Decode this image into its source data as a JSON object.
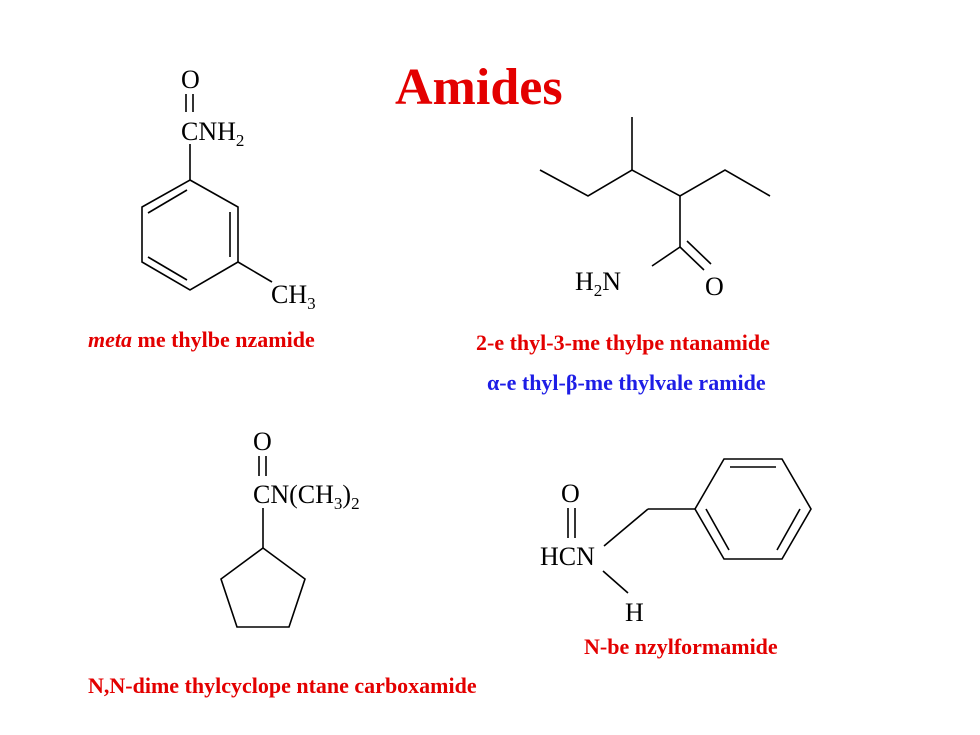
{
  "slide": {
    "title": "Amides",
    "colors": {
      "title": "#e30000",
      "name_primary": "#e30000",
      "name_common": "#1e1ee6",
      "structure": "#000000"
    }
  },
  "molecules": {
    "meta_methylbenzamide": {
      "atoms": {
        "o": "O",
        "c_nh2": "CNH",
        "nh2_sub": "2",
        "ch3": "CH",
        "ch3_sub": "3"
      },
      "name_prefix": "meta",
      "name_rest": " me thylbe nzamide"
    },
    "ethylmethylpentanamide": {
      "atoms": {
        "h2n_h": "H",
        "h2n_sub": "2",
        "h2n_n": "N",
        "o": "O"
      },
      "iupac_name": "2-e thyl-3-me thylpe ntanamide",
      "common_alpha": "α",
      "common_mid": "-e thyl-",
      "common_beta": "β",
      "common_end": "-me thylvale ramide"
    },
    "dimethylcyclopentanecarboxamide": {
      "atoms": {
        "o": "O",
        "cn": "CN(CH",
        "sub3": "3",
        "close": ")",
        "sub2": "2"
      },
      "name": "N,N-dime thylcyclope ntane carboxamide"
    },
    "benzylformamide": {
      "atoms": {
        "o": "O",
        "hcn": "HCN",
        "h": "H"
      },
      "name": "N-be nzylformamide"
    }
  }
}
